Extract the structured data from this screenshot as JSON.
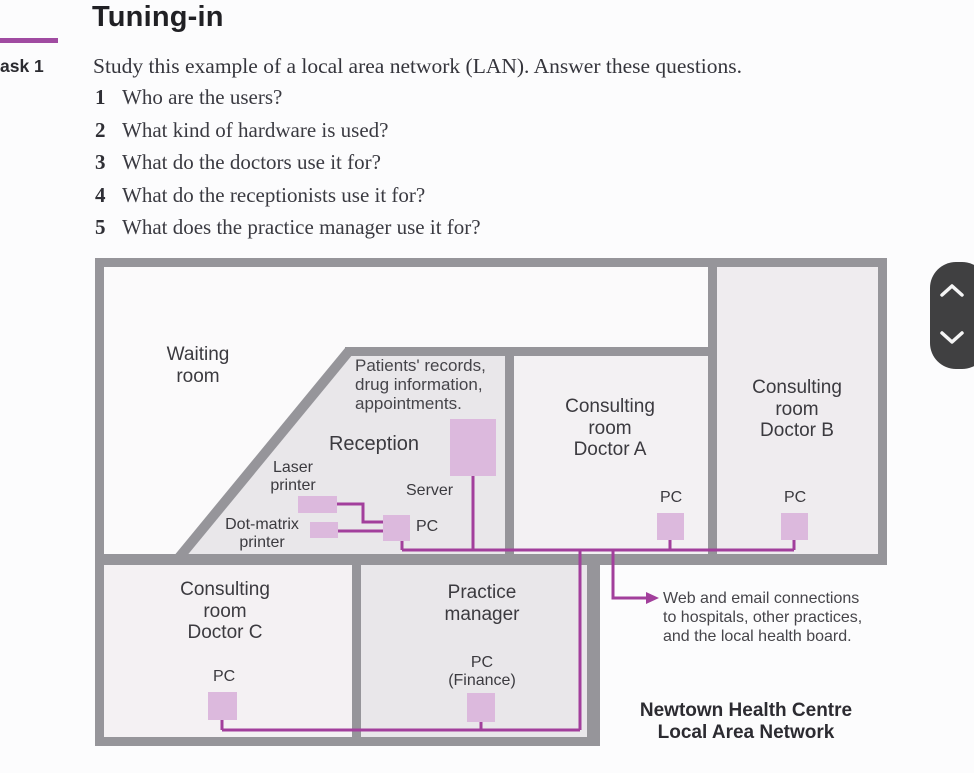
{
  "page": {
    "title": "Tuning-in",
    "task_label": "ask 1",
    "intro": "Study this example of a local area network (LAN). Answer these questions.",
    "questions": [
      {
        "num": "1",
        "text": "Who are the users?"
      },
      {
        "num": "2",
        "text": "What kind of hardware is used?"
      },
      {
        "num": "3",
        "text": "What do the doctors use it for?"
      },
      {
        "num": "4",
        "text": "What do the receptionists use it for?"
      },
      {
        "num": "5",
        "text": "What does the practice manager use it for?"
      }
    ]
  },
  "diagram": {
    "rooms": {
      "waiting": "Waiting\nroom",
      "reception": "Reception",
      "doctor_a": "Consulting\nroom\nDoctor A",
      "doctor_b": "Consulting\nroom\nDoctor B",
      "doctor_c": "Consulting\nroom\nDoctor C",
      "practice_manager": "Practice\nmanager"
    },
    "devices": {
      "server": "Server",
      "reception_pc": "PC",
      "laser_printer": "Laser\nprinter",
      "dot_matrix_printer": "Dot-matrix\nprinter",
      "doctor_a_pc": "PC",
      "doctor_b_pc": "PC",
      "doctor_c_pc": "PC",
      "finance_pc": "PC\n(Finance)"
    },
    "annotations": {
      "reception_note": "Patients' records,\ndrug information,\nappointments.",
      "wan_note": "Web and email connections\nto hospitals, other practices,\nand the local health board.",
      "caption": "Newtown Health Centre\nLocal Area Network"
    },
    "colors": {
      "wall_grey": "#96959a",
      "room_shaded": "#e9e7ea",
      "room_light": "#f3f1f3",
      "device_pink": "#dcb9dd",
      "network_purple": "#a23f9c",
      "accent_rule": "#a04ba1",
      "scroll_panel": "#404041"
    }
  },
  "scroll_widget": {
    "up_icon": "chevron-up",
    "down_icon": "chevron-down"
  }
}
